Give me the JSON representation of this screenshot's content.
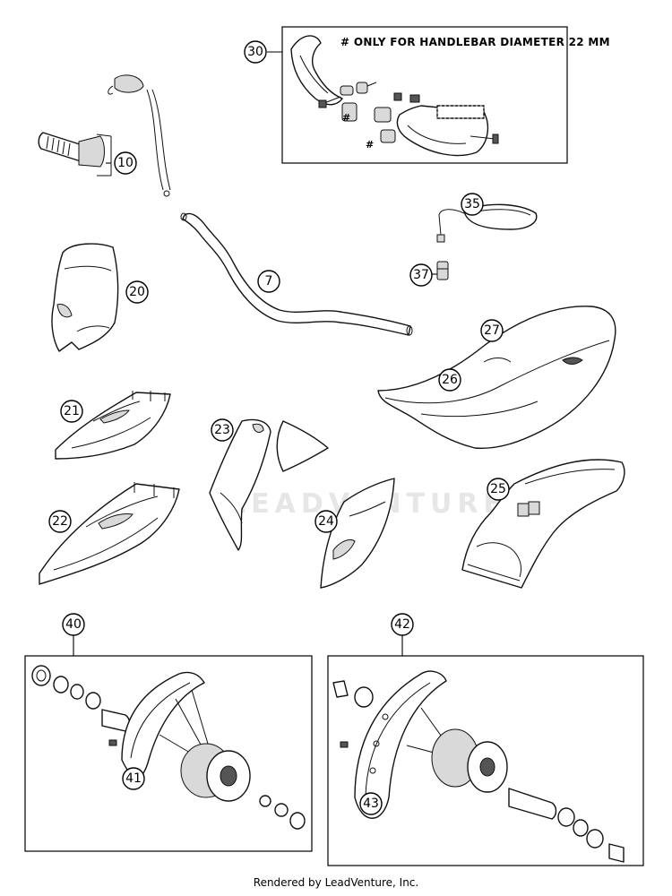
{
  "note": "#  ONLY FOR HANDLEBAR DIAMETER 22 MM",
  "hash_marker": "#",
  "watermark_text": "LEADVENTURE",
  "footer": "Rendered by LeadVenture, Inc.",
  "callouts": {
    "c7": "7",
    "c10": "10",
    "c20": "20",
    "c21": "21",
    "c22": "22",
    "c23": "23",
    "c24": "24",
    "c25": "25",
    "c26": "26",
    "c27": "27",
    "c30": "30",
    "c35": "35",
    "c37": "37",
    "c40": "40",
    "c41": "41",
    "c42": "42",
    "c43": "43"
  }
}
